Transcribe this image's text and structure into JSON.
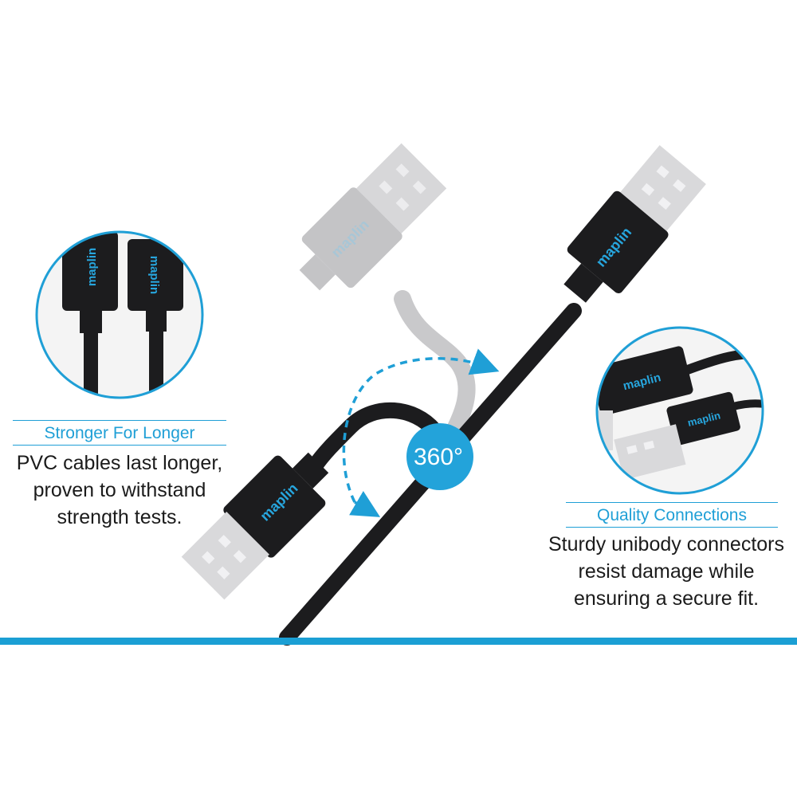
{
  "colors": {
    "accent": "#1f9fd6",
    "cable": "#1c1c1e",
    "ghost": "#c7c7c9",
    "text": "#1b1b1b"
  },
  "brand": {
    "logo_text": "maplin"
  },
  "rotation_badge": {
    "label": "360°"
  },
  "features": [
    {
      "title": "Stronger For Longer",
      "lines": [
        "PVC cables last longer,",
        "proven to withstand",
        "strength tests."
      ]
    },
    {
      "title": "Quality Connections",
      "lines": [
        "Sturdy unibody connectors",
        "resist damage while",
        "ensuring a secure fit."
      ]
    }
  ],
  "icons": [
    "rotation-arrow-icon"
  ]
}
